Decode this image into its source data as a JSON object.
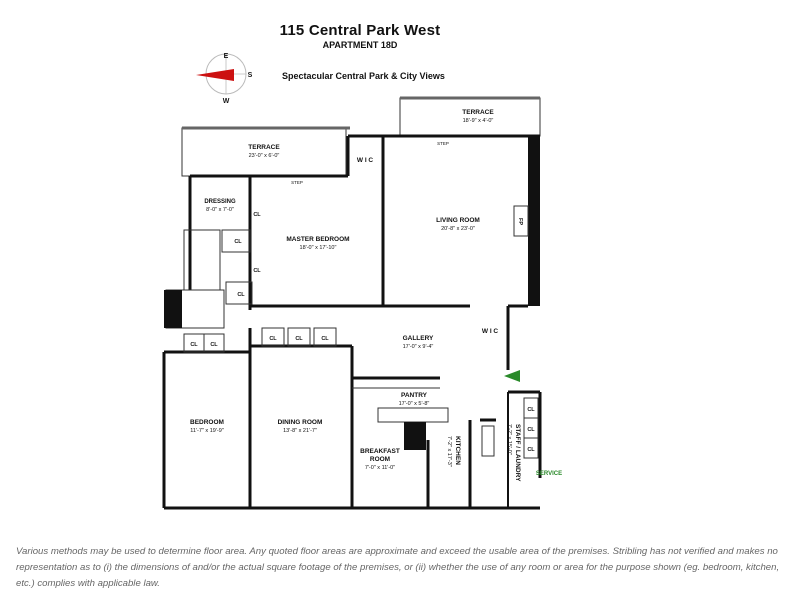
{
  "header": {
    "title": "115 Central Park West",
    "subtitle": "APARTMENT 18D",
    "views": "Spectacular Central Park & City Views"
  },
  "compass": {
    "n": "E",
    "e": "S",
    "s": "W",
    "arrow_color": "#cc1111"
  },
  "rooms": {
    "terrace_left": {
      "name": "TERRACE",
      "dim": "23'-0\" x 6'-0\""
    },
    "terrace_right": {
      "name": "TERRACE",
      "dim": "18'-9\" x 4'-0\""
    },
    "dressing": {
      "name": "DRESSING",
      "dim": "8'-0\" x 7'-0\""
    },
    "master": {
      "name": "MASTER BEDROOM",
      "dim": "18'-0\" x 17'-10\""
    },
    "living": {
      "name": "LIVING ROOM",
      "dim": "20'-8\" x 23'-0\""
    },
    "gallery": {
      "name": "GALLERY",
      "dim": "17'-0\" x 9'-4\""
    },
    "pantry": {
      "name": "PANTRY",
      "dim": "17'-0\" x 5'-8\""
    },
    "bedroom": {
      "name": "BEDROOM",
      "dim": "11'-7\" x 19'-9\""
    },
    "dining": {
      "name": "DINING ROOM",
      "dim": "13'-8\" x 21'-7\""
    },
    "breakfast": {
      "name": "BREAKFAST",
      "name2": "ROOM",
      "dim": "7'-0\" x 11'-0\""
    },
    "kitchen": {
      "name": "KITCHEN",
      "dim": "7'-2\" x 17'-3\""
    },
    "staff": {
      "name": "STAFF / LAUNDRY",
      "dim": "7'-2\" x 15'-0\""
    }
  },
  "small": {
    "wic": "W I C",
    "cl": "CL",
    "step": "STEP",
    "fp": "FP",
    "service": "SERVICE"
  },
  "entry_arrow_color": "#2a8a2a",
  "disclaimer": "Various methods may be used to determine floor area. Any quoted floor areas are approximate and exceed the usable area of the premises. Stribling has not verified and makes no representation as to (i) the dimensions of and/or the actual square footage of the premises, or (ii) whether the use of any room or area for the purpose shown (eg. bedroom, kitchen, etc.) complies with applicable law."
}
